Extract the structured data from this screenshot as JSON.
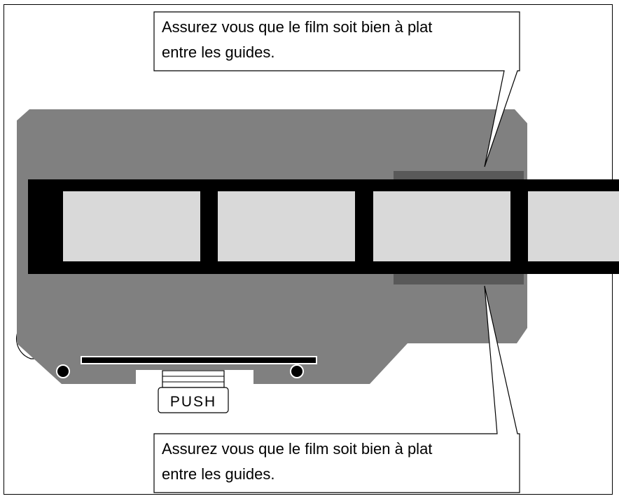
{
  "callouts": {
    "top": {
      "line1": "Assurez vous que le film soit bien à plat",
      "line2": "entre les guides."
    },
    "bottom": {
      "line1": "Assurez vous que le film soit bien à plat",
      "line2": "entre les guides."
    }
  },
  "holder": {
    "push_label": "PUSH"
  },
  "colors": {
    "holder_body": "#808080",
    "guide": "#595959",
    "film": "#000000",
    "frame_window": "#d9d9d9"
  }
}
